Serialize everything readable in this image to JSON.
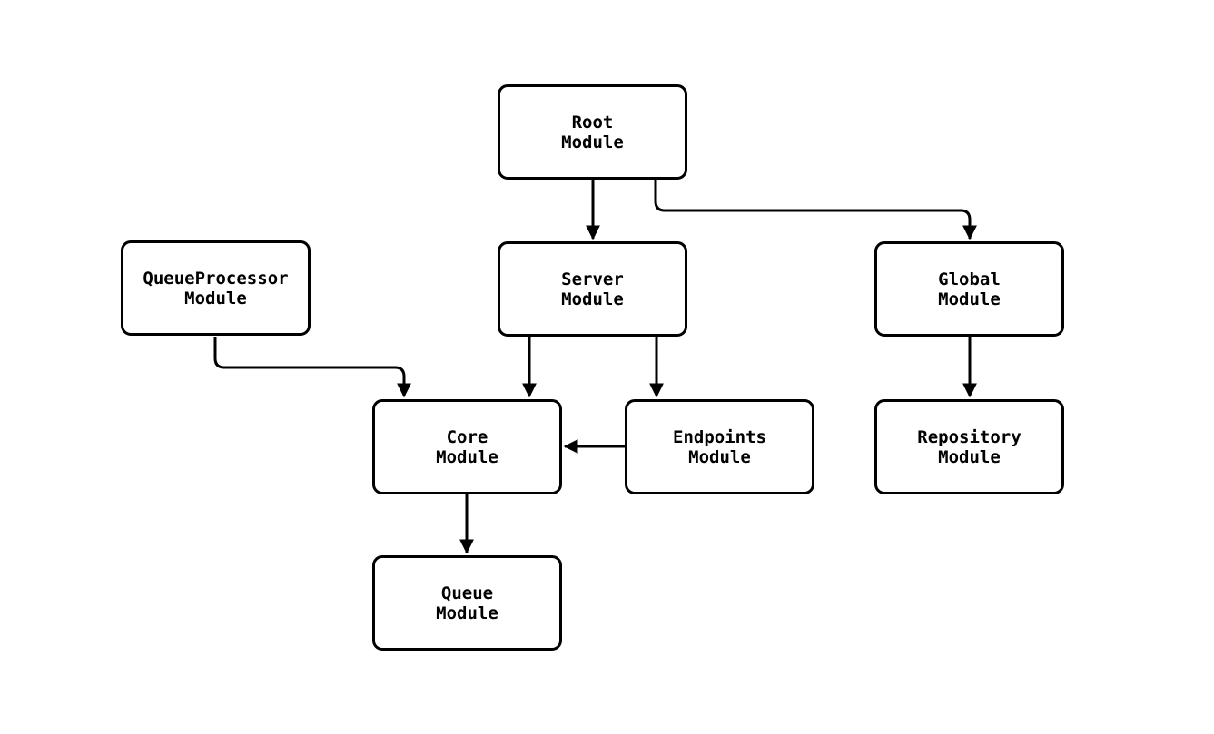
{
  "diagram": {
    "type": "module-dependency-flowchart",
    "background_color": "#ffffff",
    "stroke_color": "#000000",
    "text_color": "#000000",
    "node_fill_color": "#ffffff",
    "nodes": [
      {
        "id": "root",
        "line1": "Root",
        "line2": "Module"
      },
      {
        "id": "queueprocessor",
        "line1": "QueueProcessor",
        "line2": "Module"
      },
      {
        "id": "server",
        "line1": "Server",
        "line2": "Module"
      },
      {
        "id": "global",
        "line1": "Global",
        "line2": "Module"
      },
      {
        "id": "core",
        "line1": "Core",
        "line2": "Module"
      },
      {
        "id": "endpoints",
        "line1": "Endpoints",
        "line2": "Module"
      },
      {
        "id": "repository",
        "line1": "Repository",
        "line2": "Module"
      },
      {
        "id": "queue",
        "line1": "Queue",
        "line2": "Module"
      }
    ],
    "edges": [
      {
        "from": "Root Module",
        "to": "Server Module"
      },
      {
        "from": "Root Module",
        "to": "Global Module"
      },
      {
        "from": "QueueProcessor Module",
        "to": "Core Module"
      },
      {
        "from": "Server Module",
        "to": "Core Module"
      },
      {
        "from": "Server Module",
        "to": "Endpoints Module"
      },
      {
        "from": "Endpoints Module",
        "to": "Core Module"
      },
      {
        "from": "Global Module",
        "to": "Repository Module"
      },
      {
        "from": "Core Module",
        "to": "Queue Module"
      }
    ]
  }
}
